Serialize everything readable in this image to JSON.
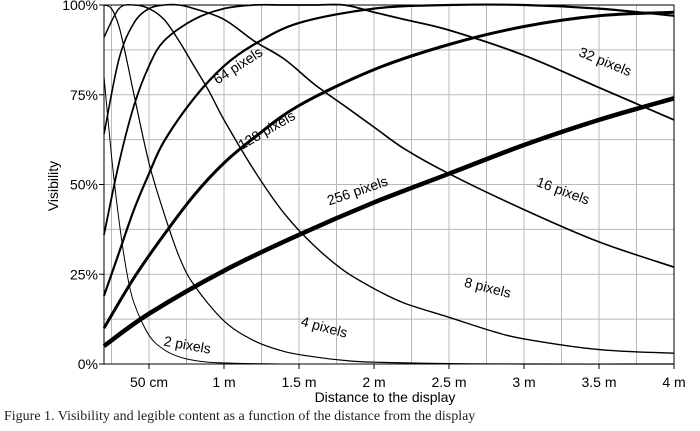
{
  "caption": "Figure 1. Visibility and legible content as a function of the distance from the display",
  "chart_data": {
    "type": "line",
    "xlabel": "Distance to the display",
    "ylabel": "Visibility",
    "x_unit": "m",
    "xlim": [
      0.2,
      4.0
    ],
    "ylim": [
      0,
      100
    ],
    "grid": true,
    "legend": "none",
    "x_ticks": [
      {
        "value": 0.5,
        "label": "50 cm"
      },
      {
        "value": 1.0,
        "label": "1 m"
      },
      {
        "value": 1.5,
        "label": "1.5 m"
      },
      {
        "value": 2.0,
        "label": "2 m"
      },
      {
        "value": 2.5,
        "label": "2.5 m"
      },
      {
        "value": 3.0,
        "label": "3 m"
      },
      {
        "value": 3.5,
        "label": "3.5 m"
      },
      {
        "value": 4.0,
        "label": "4 m"
      }
    ],
    "y_ticks": [
      {
        "value": 0,
        "label": "0%"
      },
      {
        "value": 25,
        "label": "25%"
      },
      {
        "value": 50,
        "label": "50%"
      },
      {
        "value": 75,
        "label": "75%"
      },
      {
        "value": 100,
        "label": "100%"
      }
    ],
    "series": [
      {
        "name": "2 pixels",
        "stroke": 1.0,
        "x": [
          0.2,
          0.25,
          0.3,
          0.35,
          0.4,
          0.5,
          0.6,
          0.7,
          0.8,
          0.9,
          1.0,
          1.2,
          1.4,
          1.6,
          4.0
        ],
        "y": [
          80,
          58,
          40,
          26,
          17,
          8,
          4,
          2,
          1,
          0.5,
          0.3,
          0.1,
          0,
          0,
          0
        ]
      },
      {
        "name": "4 pixels",
        "stroke": 1.2,
        "x": [
          0.2,
          0.25,
          0.3,
          0.35,
          0.4,
          0.5,
          0.6,
          0.7,
          0.8,
          1.0,
          1.2,
          1.4,
          1.6,
          1.8,
          2.0,
          2.5,
          3.0,
          4.0
        ],
        "y": [
          100,
          99,
          94,
          85,
          75,
          56,
          42,
          30,
          22,
          12,
          6.5,
          3.5,
          2,
          1,
          0.5,
          0.1,
          0,
          0
        ]
      },
      {
        "name": "8 pixels",
        "stroke": 1.4,
        "x": [
          0.2,
          0.3,
          0.4,
          0.5,
          0.6,
          0.7,
          0.8,
          0.9,
          1.0,
          1.2,
          1.4,
          1.6,
          1.8,
          2.0,
          2.2,
          2.5,
          2.8,
          3.0,
          3.5,
          4.0
        ],
        "y": [
          91,
          99,
          100,
          99,
          96,
          90,
          83,
          76,
          68,
          54,
          42,
          33,
          26,
          21,
          17,
          13,
          9,
          7,
          4,
          3
        ]
      },
      {
        "name": "16 pixels",
        "stroke": 1.6,
        "x": [
          0.2,
          0.3,
          0.4,
          0.5,
          0.6,
          0.7,
          0.8,
          1.0,
          1.2,
          1.4,
          1.6,
          1.8,
          2.0,
          2.2,
          2.5,
          3.0,
          3.5,
          4.0
        ],
        "y": [
          64,
          85,
          95,
          99,
          100,
          100,
          99,
          96,
          90,
          85,
          78,
          72,
          66,
          60,
          53,
          43,
          34,
          27
        ]
      },
      {
        "name": "32 pixels",
        "stroke": 1.8,
        "x": [
          0.2,
          0.3,
          0.4,
          0.5,
          0.6,
          0.8,
          1.0,
          1.2,
          1.4,
          1.6,
          1.8,
          2.0,
          2.2,
          2.5,
          3.0,
          3.5,
          4.0
        ],
        "y": [
          36,
          56,
          72,
          83,
          90,
          96,
          99,
          100,
          100,
          100,
          100,
          98,
          96,
          93,
          86,
          77,
          68
        ]
      },
      {
        "name": "64 pixels",
        "stroke": 2.2,
        "x": [
          0.2,
          0.3,
          0.4,
          0.5,
          0.6,
          0.8,
          1.0,
          1.2,
          1.5,
          2.0,
          2.5,
          3.0,
          3.5,
          4.0
        ],
        "y": [
          19,
          31,
          43,
          53,
          62,
          74,
          83,
          89,
          95,
          99,
          100,
          100,
          99,
          97
        ]
      },
      {
        "name": "128 pixels",
        "stroke": 3.0,
        "x": [
          0.2,
          0.4,
          0.6,
          0.8,
          1.0,
          1.2,
          1.5,
          2.0,
          2.5,
          3.0,
          3.5,
          4.0
        ],
        "y": [
          10,
          24,
          36,
          47,
          56,
          63,
          72,
          82,
          89,
          94,
          97,
          98
        ]
      },
      {
        "name": "256 pixels",
        "stroke": 4.5,
        "x": [
          0.2,
          0.5,
          1.0,
          1.5,
          2.0,
          2.5,
          3.0,
          3.5,
          4.0
        ],
        "y": [
          5,
          14,
          26,
          36,
          45,
          53,
          61,
          68,
          74
        ]
      }
    ],
    "annotations": [
      {
        "text": "2 pixels",
        "x": 0.75,
        "y": 4,
        "angle": 10
      },
      {
        "text": "4 pixels",
        "x": 1.66,
        "y": 9,
        "angle": 15
      },
      {
        "text": "8 pixels",
        "x": 2.75,
        "y": 20,
        "angle": 14
      },
      {
        "text": "16 pixels",
        "x": 3.25,
        "y": 47,
        "angle": 20
      },
      {
        "text": "32 pixels",
        "x": 3.53,
        "y": 83,
        "angle": 22
      },
      {
        "text": "64 pixels",
        "x": 1.11,
        "y": 82,
        "angle": -33
      },
      {
        "text": "128 pixels",
        "x": 1.3,
        "y": 64,
        "angle": -30
      },
      {
        "text": "256 pixels",
        "x": 1.9,
        "y": 47,
        "angle": -19
      }
    ]
  }
}
